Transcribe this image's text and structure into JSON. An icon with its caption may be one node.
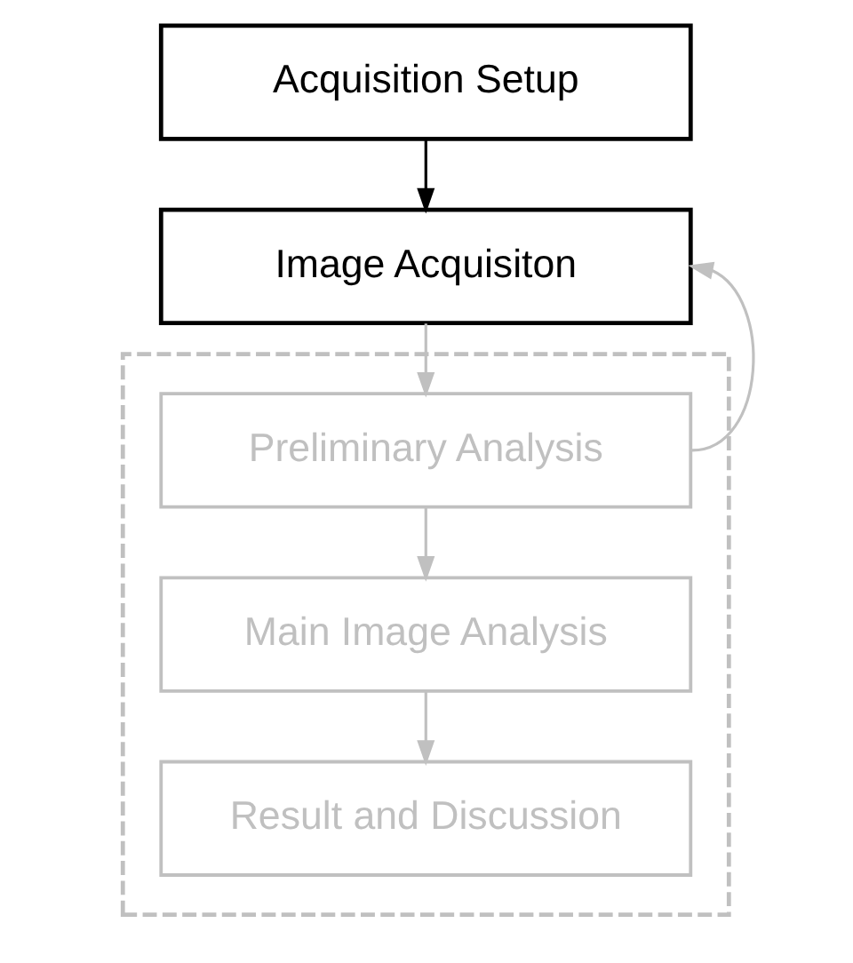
{
  "diagram": {
    "nodes": [
      {
        "text": [
          "Acquisition Setup"
        ]
      },
      {
        "text": [
          "Image Acquisiton"
        ]
      },
      {
        "text": [],
        "shape": "box"
      },
      {
        "text": [
          "Preliminary Analysis"
        ],
        "in": 2
      },
      {
        "text": [
          "Main Image Analysis"
        ],
        "in": 2
      },
      {
        "text": [
          "Result and Discussion"
        ],
        "in": 2
      }
    ],
    "edges": [
      {
        "from": 0,
        "to": 1,
        "arrow": "to",
        "color": "#000000"
      },
      {
        "from": 1,
        "to": 3,
        "arrow": "to"
      },
      {
        "from": 3,
        "to": 4,
        "arrow": "to"
      },
      {
        "from": 4,
        "to": 5,
        "arrow": "to"
      },
      {
        "from": 3,
        "to": 1,
        "arrow": "to"
      }
    ]
  }
}
